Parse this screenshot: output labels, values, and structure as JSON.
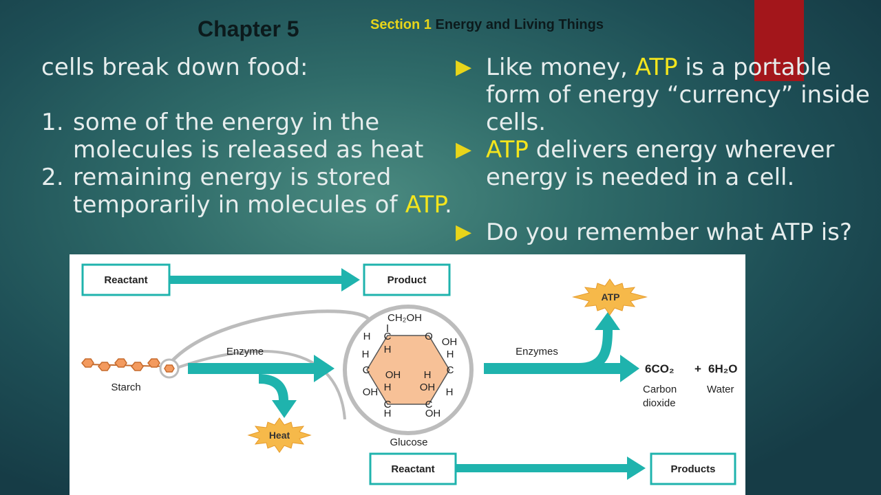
{
  "header": {
    "chapter": "Chapter 5",
    "section_label": "Section 1",
    "section_title": "Energy and Living Things"
  },
  "left": {
    "heading": "cells break down food:",
    "item1_num": "1.",
    "item1_text": "some of the energy in the molecules is released as heat",
    "item2_num": "2.",
    "item2_text_a": "remaining energy is stored temporarily in molecules of ",
    "item2_text_b": "ATP",
    "item2_text_c": "."
  },
  "right": {
    "bullet_glyph": "▶",
    "b1_a": "Like money, ",
    "b1_b": "ATP",
    "b1_c": " is a portable form of energy “currency” inside cells.",
    "b2_a": "ATP",
    "b2_b": " delivers energy wherever energy is needed in a cell.",
    "b3": "Do you remember what ATP is?"
  },
  "diagram": {
    "reactant_top": "Reactant",
    "product_top": "Product",
    "enzyme": "Enzyme",
    "enzymes": "Enzymes",
    "starch": "Starch",
    "heat": "Heat",
    "atp": "ATP",
    "glucose": "Glucose",
    "reactant_bottom": "Reactant",
    "products_bottom": "Products",
    "co2": "6CO₂",
    "plus": "+",
    "h2o": "6H₂O",
    "carbon": "Carbon",
    "dioxide": "dioxide",
    "water": "Water",
    "ch2oh": "CH₂OH",
    "atom_c": "C",
    "atom_o": "O",
    "atom_h": "H",
    "atom_oh": "OH"
  },
  "colors": {
    "teal_arrow": "#1fb3ad",
    "glucose_fill": "#f7c197",
    "starburst": "#f6b94a",
    "red_tab": "#a3161b",
    "yellow_text": "#f3e51d"
  }
}
